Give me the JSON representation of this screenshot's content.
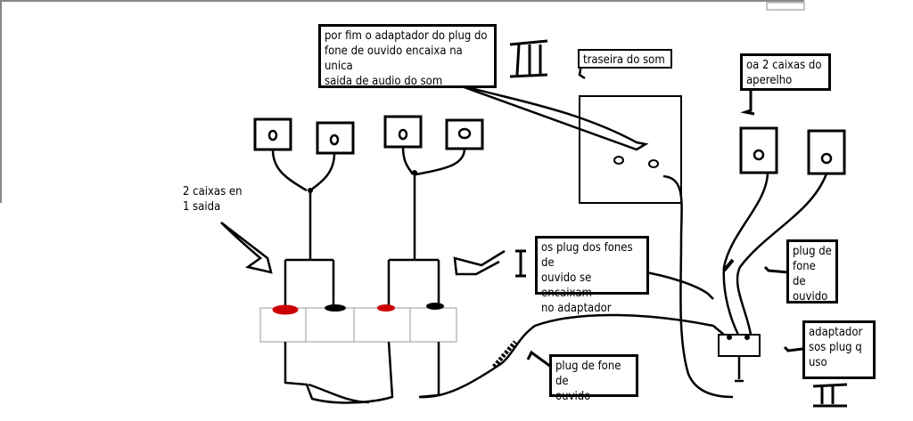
{
  "labels": {
    "adapter_fit": "por fim o adaptador do plug do\nfone de ouvido encaixa na unica\nsaida de audio do som",
    "rear": "traseira do som",
    "two_speakers": "oa 2 caixas do\naperelho",
    "two_boxes_one_output": "2 caixas en\n1 saida",
    "plugs_fit_adapter": "os plug dos fones de\nouvido se encaixam\nno adaptador",
    "plug_headphone_right": "plug de\nfone de\nouvido",
    "adapter_plugs": "adaptador\nsos plug q\nuso",
    "plug_headphone_bottom": "plug de fone de\nouvido"
  },
  "speaker_glyph": "o",
  "colors": {
    "ink": "#000000",
    "plug_red": "#cc0000",
    "strip_border": "#9a9a9a",
    "frame_gray": "#888888"
  }
}
